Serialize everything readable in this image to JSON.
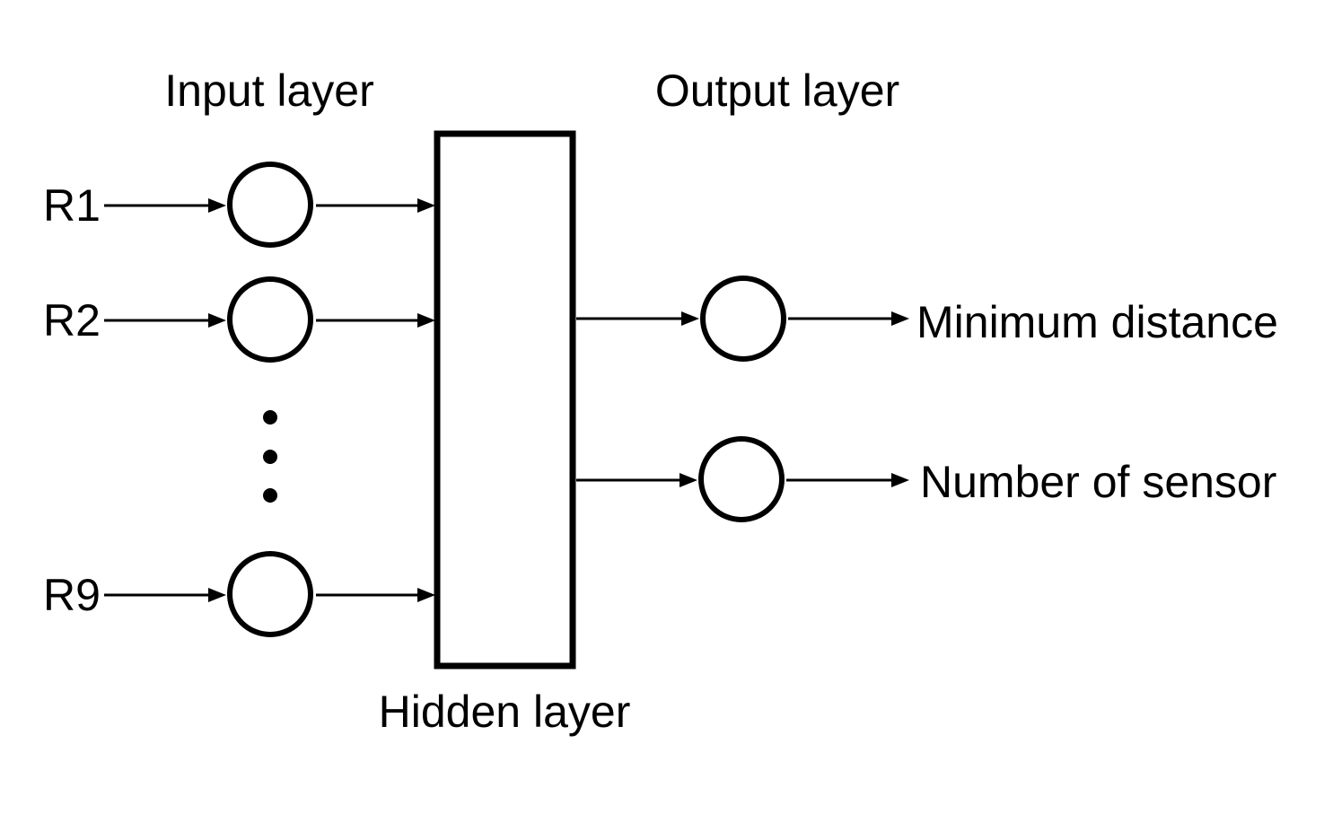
{
  "labels": {
    "input_layer": "Input layer",
    "output_layer": "Output layer",
    "hidden_layer": "Hidden layer"
  },
  "inputs": [
    {
      "label": "R1"
    },
    {
      "label": "R2"
    },
    {
      "label": "R9"
    }
  ],
  "outputs": [
    {
      "label": "Minimum distance"
    },
    {
      "label": "Number of sensor"
    }
  ],
  "colors": {
    "stroke": "#000000",
    "background": "#ffffff"
  }
}
